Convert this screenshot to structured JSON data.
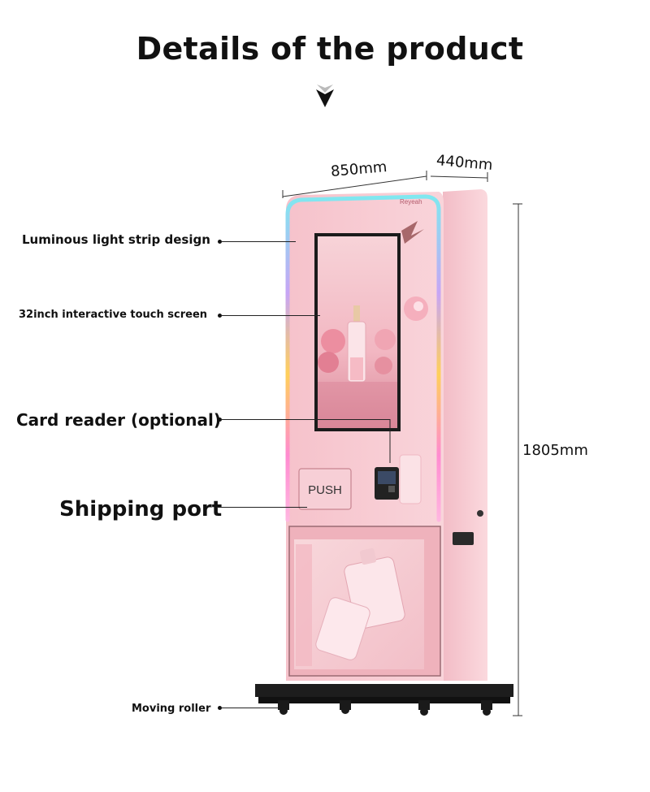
{
  "page": {
    "title": "Details of the product"
  },
  "dimensions": {
    "width": "850mm",
    "depth": "440mm",
    "height": "1805mm"
  },
  "machine": {
    "brand": "Reyeah",
    "push_label": "PUSH",
    "body_color": "#f7c8cf",
    "screen_color": "#f4c4cb",
    "base_color": "#1d1d1d"
  },
  "callouts": [
    {
      "name": "callout-light-strip",
      "text": "Luminous light strip design"
    },
    {
      "name": "callout-touch-screen",
      "text": "32inch interactive touch screen"
    },
    {
      "name": "callout-card-reader",
      "text": "Card reader (optional)"
    },
    {
      "name": "callout-shipping-port",
      "text": "Shipping port"
    },
    {
      "name": "callout-moving-roller",
      "text": "Moving roller"
    }
  ]
}
